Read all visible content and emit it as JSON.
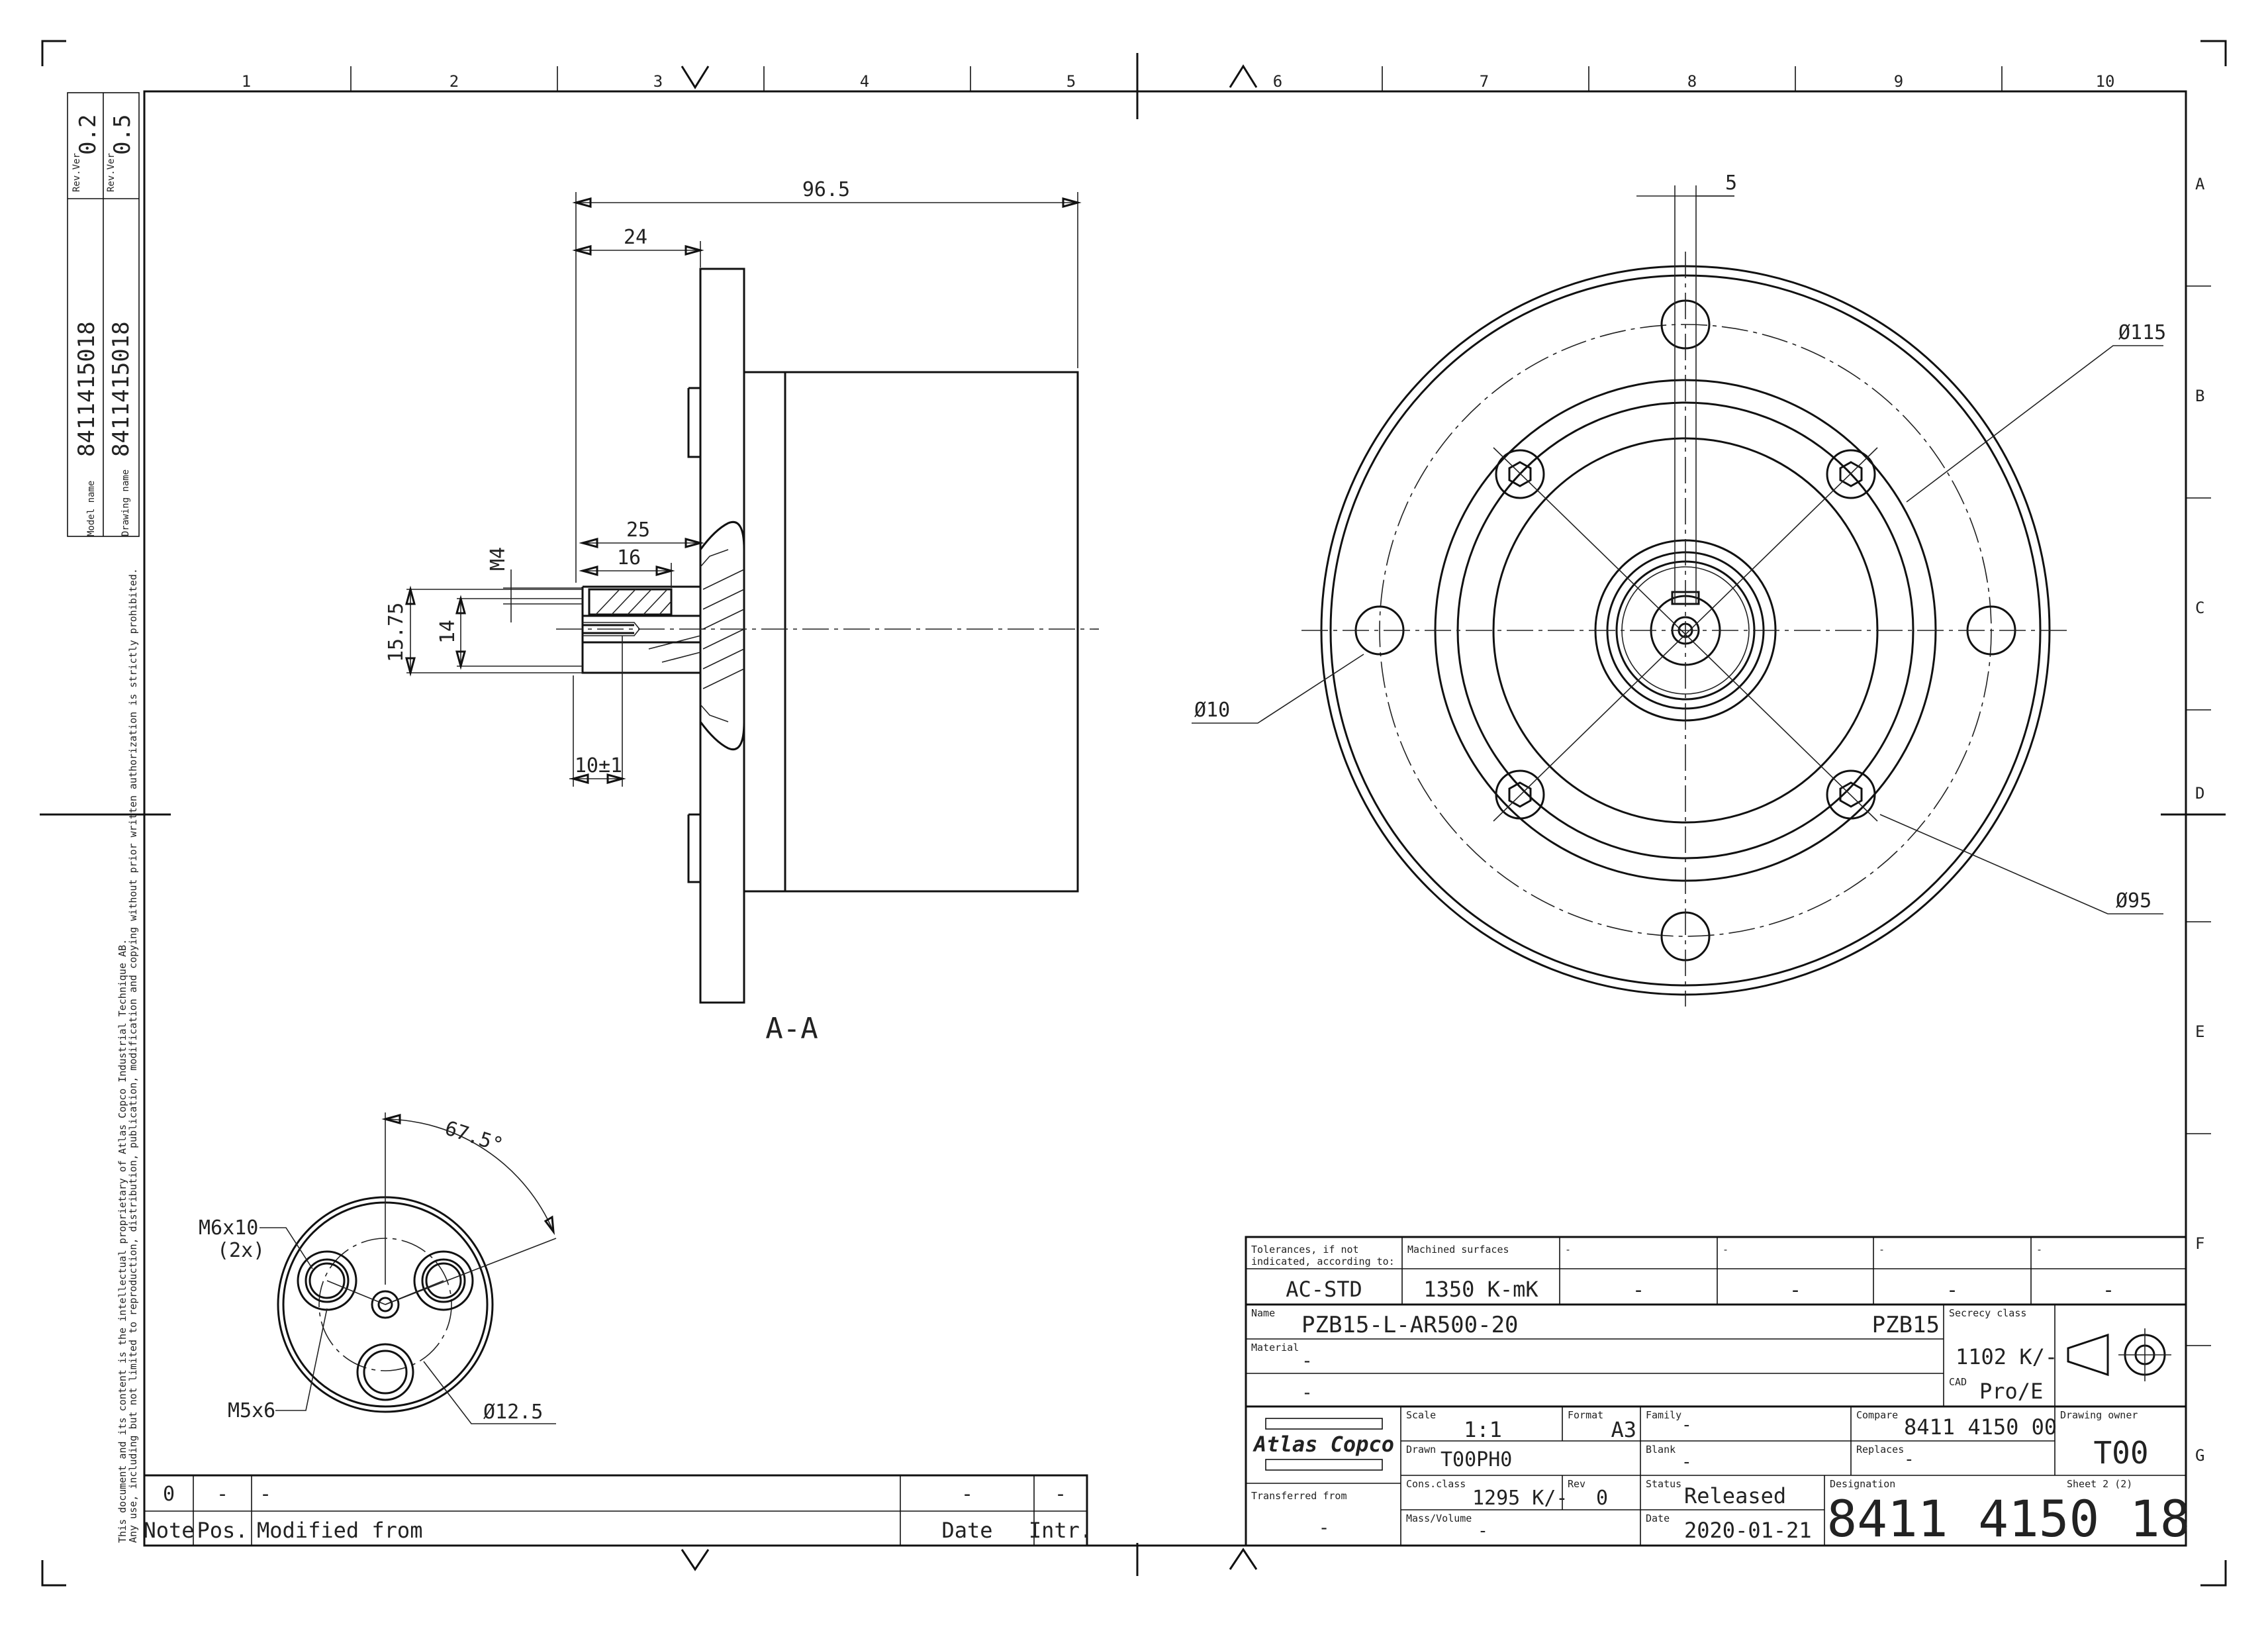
{
  "side_column": {
    "model_name_label": "Model name",
    "model_name": "8411415018",
    "drawing_name_label": "Drawing name",
    "drawing_name": "8411415018",
    "rev_ver_label_1": "Rev.Ver",
    "rev_ver_1": "0.2",
    "rev_ver_label_2": "Rev.Ver",
    "rev_ver_2": "0.5"
  },
  "legal_notice": {
    "line1": "This document and its content is the intellectual proprietary of Atlas Copco Industrial Technique AB.",
    "line2": "Any use, including but not limited to reproduction, distribution, publication, modification and copying without prior written authorization is strictly prohibited."
  },
  "grid": {
    "columns": [
      "1",
      "2",
      "3",
      "4",
      "5",
      "6",
      "7",
      "8",
      "9",
      "10"
    ],
    "rows": [
      "A",
      "B",
      "C",
      "D",
      "E",
      "F",
      "G"
    ]
  },
  "section_view": {
    "label": "A-A",
    "dims": {
      "overall": "96.5",
      "flange": "24",
      "d25": "25",
      "d16": "16",
      "thread": "M4",
      "d1575": "15.75",
      "d14": "14",
      "d10": "10±1"
    }
  },
  "front_view": {
    "dims": {
      "slot": "5",
      "pcd115": "Ø115",
      "hole10": "Ø10",
      "pcd95": "Ø95"
    }
  },
  "detail_view": {
    "dims": {
      "angle": "67.5°",
      "m6": "M6x10",
      "m6_qty": "(2x)",
      "m5": "M5x6",
      "dia": "Ø12.5"
    }
  },
  "revision_table": {
    "row": {
      "note": "0",
      "pos": "-",
      "text": "-",
      "date": "-",
      "intr": "-"
    },
    "headers": {
      "note": "Note",
      "pos": "Pos.",
      "text": "Modified from",
      "date": "Date",
      "intr": "Intr."
    }
  },
  "title_block": {
    "tolerances_label": "Tolerances, if not indicated, according to:",
    "tolerances_value": "AC-STD",
    "machined_label": "Machined surfaces",
    "machined_value": "1350 K-mK",
    "dash": "-",
    "name_label": "Name",
    "name": "PZB15-L-AR500-20",
    "name_short": "PZB15",
    "secrecy_label": "Secrecy class",
    "secrecy_value": "1102 K/-",
    "material_label": "Material",
    "material_value": "-",
    "material_value2": "-",
    "cad_label": "CAD",
    "cad_value": "Pro/E",
    "logo_text": "Atlas Copco",
    "scale_label": "Scale",
    "scale": "1:1",
    "format_label": "Format",
    "format": "A3",
    "family_label": "Family",
    "family": "-",
    "compare_label": "Compare",
    "compare": "8411 4150 00",
    "drawing_owner_label": "Drawing owner",
    "drawing_owner": "T00",
    "drawn_label": "Drawn",
    "drawn": "T00PH0",
    "blank_label": "Blank",
    "blank": "-",
    "replaces_label": "Replaces",
    "replaces": "-",
    "transferred_label": "Transferred from",
    "transferred": "-",
    "cons_label": "Cons.class",
    "cons": "1295 K/-",
    "rev_label": "Rev",
    "rev": "0",
    "status_label": "Status",
    "status": "Released",
    "designation_label": "Designation",
    "sheet_label": "Sheet 2 (2)",
    "designation": "8411 4150 18",
    "mass_label": "Mass/Volume",
    "mass": "-",
    "date_label": "Date",
    "date": "2020-01-21"
  }
}
